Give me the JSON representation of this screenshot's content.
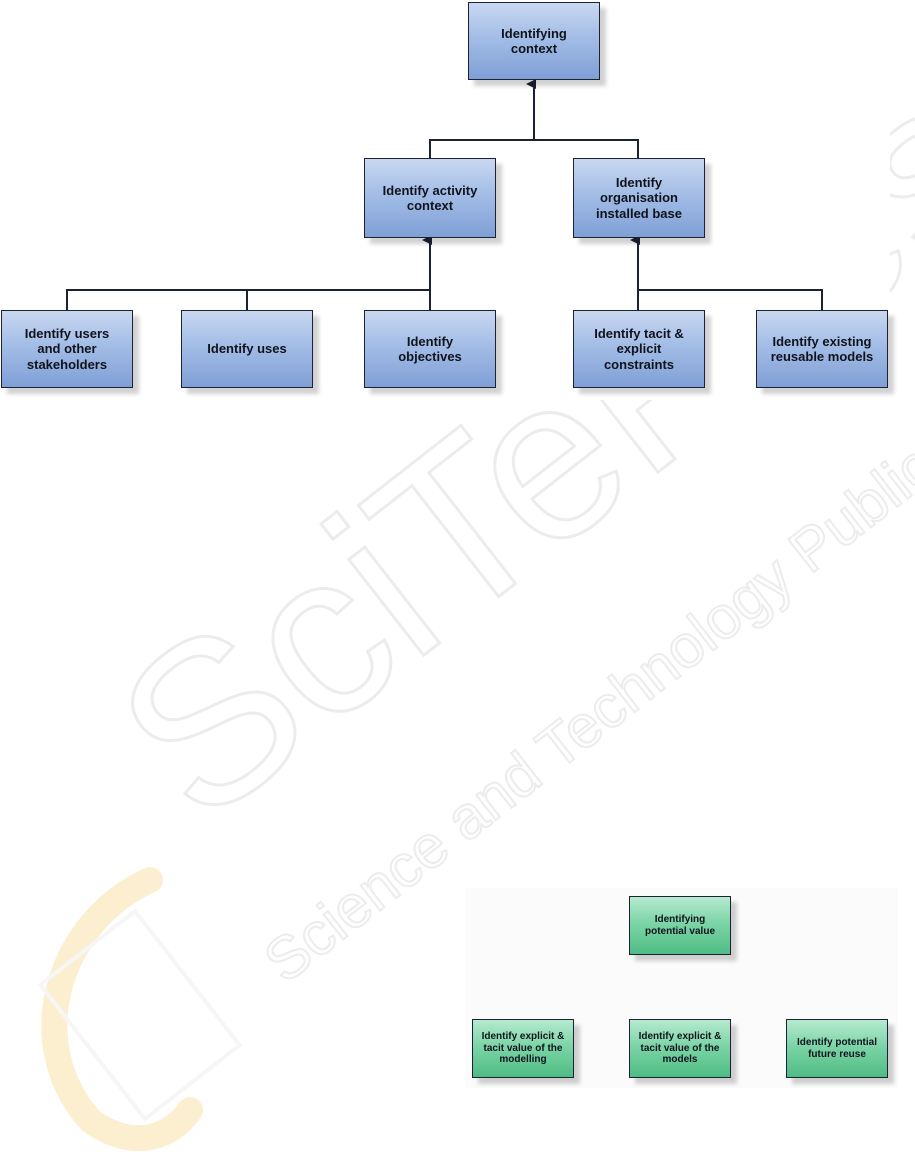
{
  "watermark": {
    "brand": "SciTePress",
    "tagline": "Science and Technology Publications"
  },
  "context_tree": {
    "root": "Identifying\ncontext",
    "level2": [
      "Identify activity\ncontext",
      "Identify\norganisation\ninstalled base"
    ],
    "leaves": [
      "Identify users\nand other\nstakeholders",
      "Identify uses",
      "Identify\nobjectives",
      "Identify tacit &\nexplicit\nconstraints",
      "Identify existing\nreusable models"
    ],
    "node_color": "#a3bde6"
  },
  "value_tree": {
    "root": "Identifying\npotential value",
    "leaves": [
      "Identify explicit &\ntacit value of the\nmodelling",
      "Identify explicit &\ntacit value of the\nmodels",
      "Identify potential\nfuture reuse"
    ],
    "node_color": "#7dd5a7"
  }
}
